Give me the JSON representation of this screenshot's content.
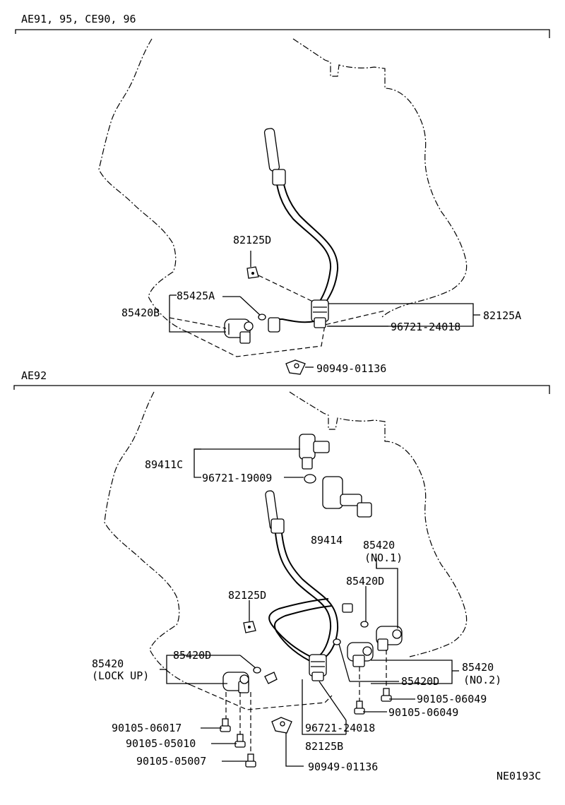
{
  "sections": {
    "top": {
      "title": "AE91, 95, CE90, 96"
    },
    "bottom": {
      "title": "AE92"
    }
  },
  "labels": {
    "top": {
      "p82125D": "82125D",
      "p85425A": "85425A",
      "p85420B": "85420B",
      "p82125A": "82125A",
      "p96721_24018": "96721-24018",
      "p90949_01136": "90949-01136"
    },
    "bottom": {
      "p89411C": "89411C",
      "p96721_19009": "96721-19009",
      "p89414": "89414",
      "p85420_no1": "85420",
      "p85420_no1_sub": "(NO.1)",
      "p85420D_upper": "85420D",
      "p82125D": "82125D",
      "p85420D_left": "85420D",
      "p85420_lockup": "85420",
      "p85420_lockup_sub": "(LOCK UP)",
      "p85420_no2": "85420",
      "p85420_no2_sub": "(NO.2)",
      "p85420D_right": "85420D",
      "p90105_06049_a": "90105-06049",
      "p90105_06049_b": "90105-06049",
      "p90105_06017": "90105-06017",
      "p90105_05010": "90105-05010",
      "p90105_05007": "90105-05007",
      "p96721_24018": "96721-24018",
      "p82125B": "82125B",
      "p90949_01136": "90949-01136"
    }
  },
  "figure_code": "NE0193C"
}
